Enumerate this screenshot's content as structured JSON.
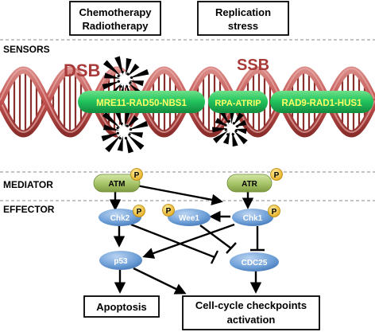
{
  "top_boxes": {
    "left": {
      "line1": "Chemotherapy",
      "line2": "Radiotherapy"
    },
    "right": {
      "line1": "Replication",
      "line2": "stress"
    }
  },
  "sections": {
    "sensors": "SENSORS",
    "mediator": "MEDIATOR",
    "effector": "EFFECTOR"
  },
  "damage": {
    "dsb": "DSB",
    "ssb": "SSB"
  },
  "complexes": {
    "mrn": "MRE11-RAD50-NBS1",
    "rpa": "RPA-ATRIP",
    "nine11": "RAD9-RAD1-HUS1"
  },
  "kinases": {
    "atm": "ATM",
    "atr": "ATR"
  },
  "effectors": {
    "chk2": "Chk2",
    "chk1": "Chk1",
    "wee1": "Wee1",
    "p53": "p53",
    "cdc25": "CDC25"
  },
  "phospho_label": "P",
  "outcomes": {
    "apoptosis": "Apoptosis",
    "checkpoint_line1": "Cell-cycle checkpoints",
    "checkpoint_line2": "activation"
  },
  "colors": {
    "dna_strand": "#c0504d",
    "dna_dark": "#7a1f1e",
    "dsb_text": "#a93a3a",
    "ssb_text": "#a93a3a",
    "complex_fill": "#22c55e",
    "complex_text": "#ffff66",
    "kinase_fill": "#a9c76a",
    "effector_fill": "#6fa0d8",
    "phospho_fill": "#f6c93d",
    "divider": "#888888"
  }
}
